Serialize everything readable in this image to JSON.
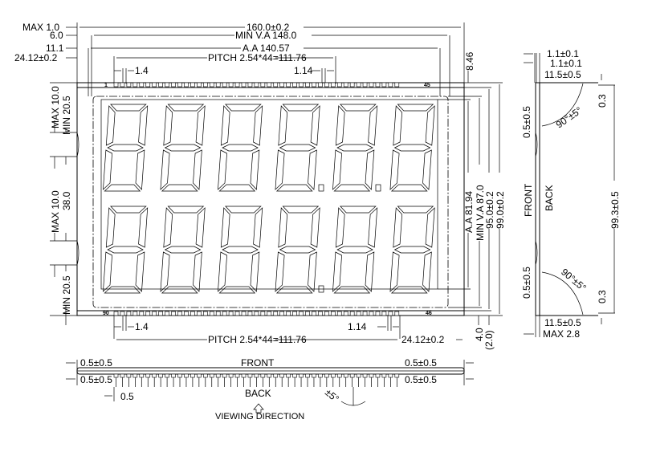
{
  "top_dims": {
    "max_1": "MAX  1.0",
    "d6": "6.0",
    "d11": "11.1",
    "d24": "24.12±0.2",
    "width": "160.0±0.2",
    "min_va": "MIN  V.A  148.0",
    "aa": "A.A  140.57",
    "pitch": "PITCH  2.54*44=111.76",
    "pin_w": "1.4",
    "pin_gap": "1.14",
    "d846": "8.46"
  },
  "left_dims": {
    "top_max": "MAX  10.0",
    "top_min": "MIN  20.5",
    "mid_max": "MAX  10.0",
    "mid_38": "38.0",
    "bot_min": "MIN  20.5"
  },
  "right_dims": {
    "aa": "A.A  81.94",
    "min_va": "MIN  V.A  87.0",
    "d95": "95.0±0.2",
    "d99": "99.0±0.2",
    "d4": "4.0",
    "d2": "(2.0)"
  },
  "bottom_dims": {
    "pin_w": "1.4",
    "pin_gap": "1.14",
    "pitch": "PITCH  2.54*44=111.76",
    "d24": "24.12±0.2"
  },
  "pins": {
    "p1": "1",
    "p45": "45",
    "p90": "90",
    "p46": "46"
  },
  "side_view": {
    "t1": "1.1±0.1",
    "t2": "1.1±0.1",
    "top_115": "11.5±0.5",
    "bot_115": "11.5±0.5",
    "top_05": "0.5±0.5",
    "bot_05": "0.5±0.5",
    "top_03": "0.3",
    "bot_03": "0.3",
    "top_angle": "90°±5°",
    "bot_angle": "90°±5°",
    "front": "FRONT",
    "back": "BACK",
    "height": "99.3±0.5",
    "max_28": "MAX  2.8"
  },
  "bottom_view": {
    "tl": "0.5±0.5",
    "tr": "0.5±0.5",
    "bl": "0.5±0.5",
    "br": "0.5±0.5",
    "front": "FRONT",
    "back": "BACK",
    "pin_05": "0.5",
    "angle": "±5°",
    "viewing": "VIEWING  DIRECTION"
  }
}
